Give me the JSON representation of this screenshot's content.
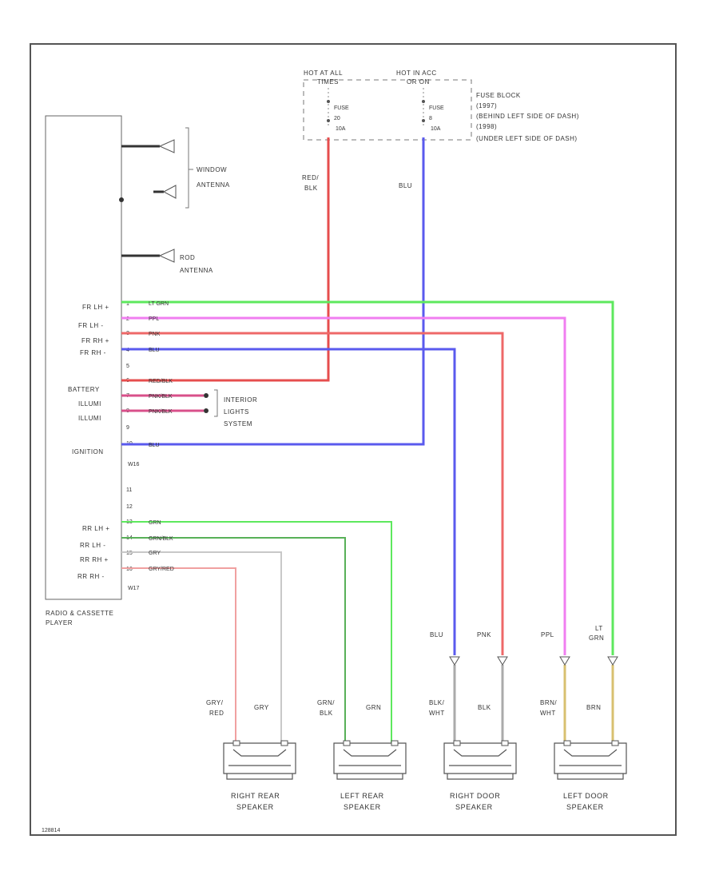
{
  "fuse_block": {
    "hot_all": "HOT AT ALL",
    "hot_all_sub": "TIMES",
    "hot_acc": "HOT IN ACC",
    "hot_acc_sub": "OR ON",
    "fuse_word": "FUSE",
    "fuse1_num": "20",
    "fuse1_amp": "10A",
    "fuse2_num": "8",
    "fuse2_amp": "10A",
    "title": "FUSE BLOCK",
    "line1": "(1997)",
    "line2": "(BEHIND LEFT SIDE OF DASH)",
    "line3": "(1998)",
    "line4": "(UNDER LEFT SIDE OF DASH)"
  },
  "radio": {
    "name_line1": "RADIO & CASSETTE",
    "name_line2": "PLAYER",
    "windshield_line1": "WINDOW",
    "windshield_line2": "ANTENNA",
    "rod_line1": "ROD",
    "rod_line2": "ANTENNA",
    "pin_labels": {
      "fr_lh_p": "FR LH +",
      "fr_lh_m": "FR LH -",
      "fr_rh_p": "FR RH +",
      "fr_rh_m": "FR RH -",
      "battery": "BATTERY",
      "illum1": "ILLUMI",
      "illum2": "ILLUMI",
      "ignition": "IGNITION",
      "rr_lh_p": "RR LH +",
      "rr_lh_m": "RR LH -",
      "rr_rh_p": "RR RH +",
      "rr_rh_m": "RR RH -"
    },
    "pins": {
      "p1": "1",
      "p2": "2",
      "p3": "3",
      "p4": "4",
      "p5": "5",
      "p6": "6",
      "p7": "7",
      "p8": "8",
      "p9": "9",
      "p10": "10",
      "p11": "11",
      "p12": "12",
      "p13": "13",
      "p14": "14",
      "p15": "15",
      "p16": "16"
    },
    "conn1": "W16",
    "conn2": "W17"
  },
  "interior": {
    "line1": "INTERIOR",
    "line2": "LIGHTS",
    "line3": "SYSTEM"
  },
  "wires": {
    "red_blk_top1": "RED/",
    "red_blk_top2": "BLK",
    "blu_top": "BLU",
    "lt_grn": "LT GRN",
    "ppl": "PPL",
    "pnk": "PNK",
    "blu": "BLU",
    "red_blk": "RED/BLK",
    "pnk_blk1": "PNK/BLK",
    "pnk_blk2": "PNK/BLK",
    "blu_ign": "BLU",
    "grn": "GRN",
    "grn_blk": "GRN/BLK",
    "gry": "GRY",
    "gry_red": "GRY/RED"
  },
  "speakers": {
    "rr_labels": {
      "a1": "GRY/",
      "a2": "RED",
      "b": "GRY"
    },
    "lr_labels": {
      "a1": "GRN/",
      "a2": "BLK",
      "b": "GRN"
    },
    "rd_labels": {
      "top_a": "BLU",
      "top_b": "PNK",
      "a1": "BLK/",
      "a2": "WHT",
      "b": "BLK"
    },
    "ld_labels": {
      "top_a": "PPL",
      "top_b1": "LT",
      "top_b2": "GRN",
      "a1": "BRN/",
      "a2": "WHT",
      "b": "BRN"
    },
    "right_rear1": "RIGHT REAR",
    "right_rear2": "SPEAKER",
    "left_rear1": "LEFT REAR",
    "left_rear2": "SPEAKER",
    "right_door1": "RIGHT DOOR",
    "right_door2": "SPEAKER",
    "left_door1": "LEFT DOOR",
    "left_door2": "SPEAKER"
  },
  "footer_code": "128814",
  "colors": {
    "red": "#e64d4d",
    "blue": "#5a5aee",
    "green": "#5ee85e",
    "magenta": "#f07ef0",
    "pink": "#ee6868",
    "dark_green": "#58b058",
    "gray": "#c8c8c8",
    "gray_red": "#f0a0a0",
    "tan": "#d8c070",
    "frame": "#555555"
  }
}
